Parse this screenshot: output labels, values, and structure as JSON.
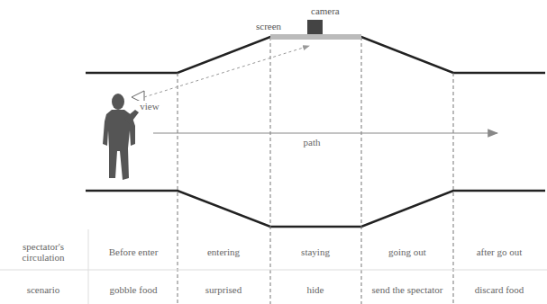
{
  "diagram": {
    "nodes": [
      {
        "text": [
          "screen"
        ]
      },
      {
        "text": [
          "camera"
        ]
      }
    ],
    "labels": [
      "view",
      "path",
      "spectator's circulation",
      "Before enter",
      "entering",
      "staying",
      "going out",
      "after go out",
      "scenario",
      "gobble food",
      "surprised",
      "hide",
      "send the spectator",
      "discard food"
    ]
  }
}
